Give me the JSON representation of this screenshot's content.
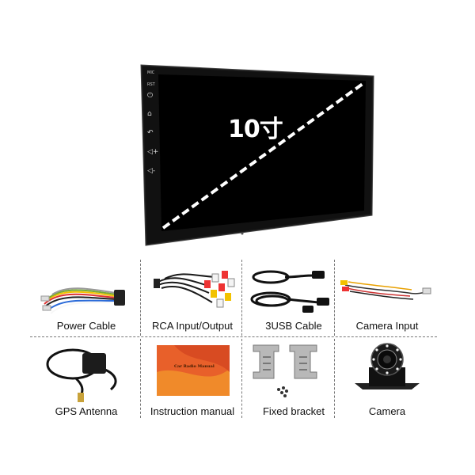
{
  "product": {
    "screen_size_label": "10寸",
    "side_labels": [
      "MIC",
      "RST"
    ],
    "side_icons": [
      "power-icon",
      "home-icon",
      "back-icon",
      "volume-up-icon",
      "volume-down-icon"
    ]
  },
  "accessories": [
    {
      "label": "Power Cable"
    },
    {
      "label": "RCA Input/Output"
    },
    {
      "label": "3USB Cable"
    },
    {
      "label": "Camera Input"
    },
    {
      "label": "GPS Antenna"
    },
    {
      "label": "Instruction manual"
    },
    {
      "label": "Fixed bracket"
    },
    {
      "label": "Camera"
    }
  ],
  "manual_title": "Car Radio Manual",
  "colors": {
    "manual_cover": "#e8602a",
    "screen": "#000000",
    "frame": "#1a1a1a"
  }
}
